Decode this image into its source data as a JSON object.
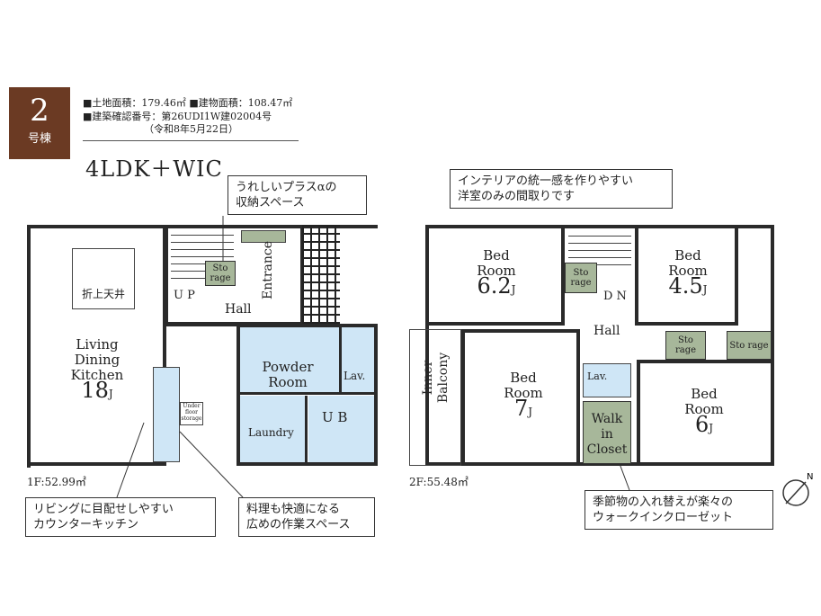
{
  "header": {
    "badge_number": "2",
    "badge_suffix": "号棟",
    "line1": "■土地面積：179.46㎡ ■建物面積：108.47㎡",
    "line2": "■建築確認番号：第26UDI1W建02004号",
    "line3": "（令和8年5月22日）",
    "plan_type": "4LDK＋WIC"
  },
  "colors": {
    "badge": "#6b3a23",
    "storage": "#a7b79a",
    "wet_area": "#cfe6f6"
  },
  "notes": {
    "storage_extra": [
      "うれしいプラスαの",
      "収納スペース"
    ],
    "interior": [
      "インテリアの統一感を作りやすい",
      "洋室のみの間取りです"
    ],
    "counter_kitchen": [
      "リビングに目配せしやすい",
      "カウンターキッチン"
    ],
    "work_space": [
      "料理も快適になる",
      "広めの作業スペース"
    ],
    "wic": [
      "季節物の入れ替えが楽々の",
      "ウォークインクローゼット"
    ]
  },
  "floor1": {
    "area": "1F:52.99㎡",
    "ldk": [
      "Living",
      "Dining",
      "Kitchen"
    ],
    "ldk_size": "18",
    "ldk_unit": "J",
    "ceiling": "折上天井",
    "up": "U P",
    "hall": "Hall",
    "entrance": "Entrance",
    "storage": "Sto rage",
    "powder": [
      "Powder",
      "Room"
    ],
    "lav": "Lav.",
    "laundry": "Laundry",
    "ub": "U B",
    "underfloor": "Under floor storage"
  },
  "floor2": {
    "area": "2F:55.48㎡",
    "bed1": {
      "label": [
        "Bed",
        "Room"
      ],
      "size": "6.2",
      "unit": "J"
    },
    "bed2": {
      "label": [
        "Bed",
        "Room"
      ],
      "size": "4.5",
      "unit": "J"
    },
    "bed3": {
      "label": [
        "Bed",
        "Room"
      ],
      "size": "7",
      "unit": "J"
    },
    "bed4": {
      "label": [
        "Bed",
        "Room"
      ],
      "size": "6",
      "unit": "J"
    },
    "storage_top": "Sto rage",
    "storage_a": "Sto rage",
    "storage_b": "Sto rage",
    "dn": "D N",
    "hall": "Hall",
    "lav": "Lav.",
    "wic": [
      "Walk",
      "in",
      "Closet"
    ],
    "balcony": [
      "Inner",
      "Balcony"
    ]
  }
}
